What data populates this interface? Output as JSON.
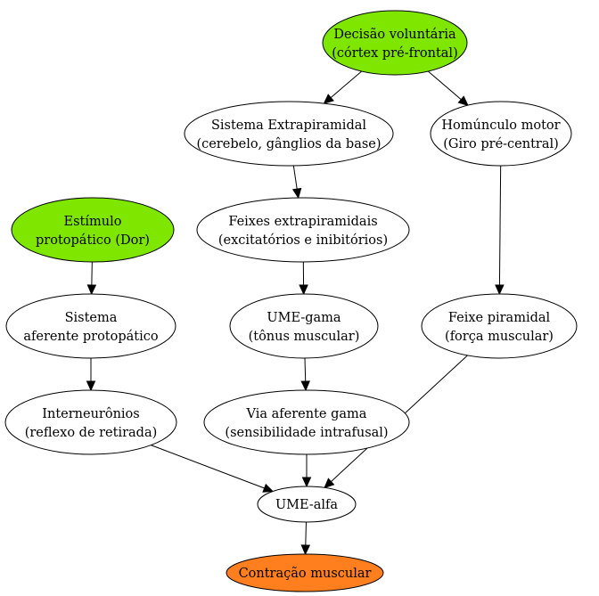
{
  "colors": {
    "green": "#7FE600",
    "orange": "#FF7F1F",
    "white": "#FFFFFF",
    "stroke": "#000000"
  },
  "nodes": {
    "decisao": {
      "line1": "Decisão voluntária",
      "line2": "(córtex pré-frontal)",
      "fill": "green"
    },
    "extrapiramidal": {
      "line1": "Sistema Extrapiramidal",
      "line2": "(cerebelo, gânglios da base)",
      "fill": "white"
    },
    "homunculo": {
      "line1": "Homúnculo motor",
      "line2": "(Giro pré-central)",
      "fill": "white"
    },
    "estimulo": {
      "line1": "Estímulo",
      "line2": "protopático (Dor)",
      "fill": "green"
    },
    "feixes_extra": {
      "line1": "Feixes extrapiramidais",
      "line2": "(excitatórios e inibitórios)",
      "fill": "white"
    },
    "sistema_aferente": {
      "line1": "Sistema",
      "line2": "aferente protopático",
      "fill": "white"
    },
    "ume_gama": {
      "line1": "UME-gama",
      "line2": "(tônus muscular)",
      "fill": "white"
    },
    "feixe_piramidal": {
      "line1": "Feixe piramidal",
      "line2": "(força muscular)",
      "fill": "white"
    },
    "interneuronios": {
      "line1": "Interneurônios",
      "line2": "(reflexo de retirada)",
      "fill": "white"
    },
    "via_aferente": {
      "line1": "Via aferente gama",
      "line2": "(sensibilidade intrafusal)",
      "fill": "white"
    },
    "ume_alfa": {
      "line1": "UME-alfa",
      "fill": "white"
    },
    "contracao": {
      "line1": "Contração muscular",
      "fill": "orange"
    }
  },
  "edges": [
    {
      "from": "decisao",
      "to": "extrapiramidal"
    },
    {
      "from": "decisao",
      "to": "homunculo"
    },
    {
      "from": "extrapiramidal",
      "to": "feixes_extra"
    },
    {
      "from": "feixes_extra",
      "to": "ume_gama"
    },
    {
      "from": "ume_gama",
      "to": "via_aferente"
    },
    {
      "from": "via_aferente",
      "to": "ume_alfa"
    },
    {
      "from": "homunculo",
      "to": "feixe_piramidal"
    },
    {
      "from": "feixe_piramidal",
      "to": "ume_alfa"
    },
    {
      "from": "estimulo",
      "to": "sistema_aferente"
    },
    {
      "from": "sistema_aferente",
      "to": "interneuronios"
    },
    {
      "from": "interneuronios",
      "to": "ume_alfa"
    },
    {
      "from": "ume_alfa",
      "to": "contracao"
    }
  ]
}
